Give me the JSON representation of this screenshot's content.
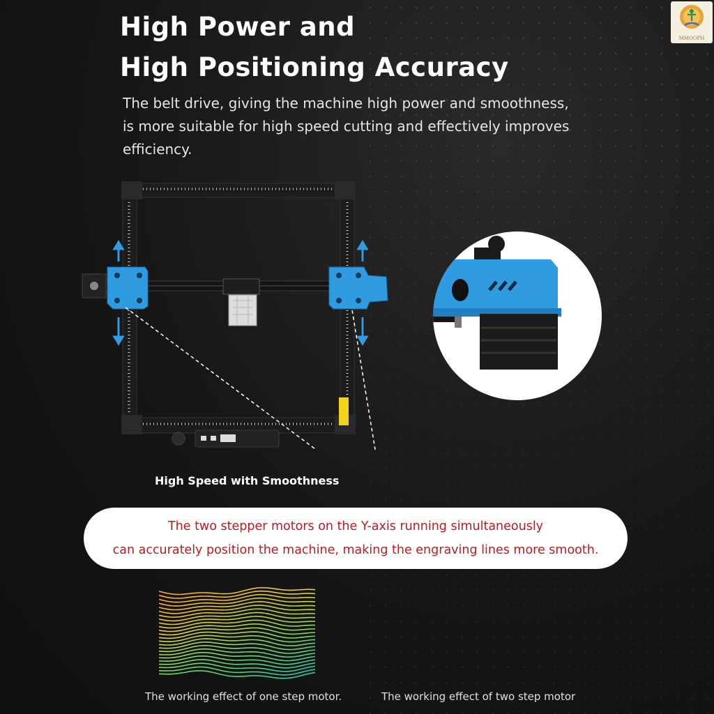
{
  "heading": {
    "line1": "High Power and",
    "line2": "High Positioning Accuracy"
  },
  "description": {
    "line1": "The belt drive, giving the machine high power and smoothness,",
    "line2": "is more suitable for high speed cutting and effectively improves",
    "line3": "efficiency."
  },
  "logo": {
    "text": "MMOOPH"
  },
  "feature_label": "High Speed with Smoothness",
  "callout": {
    "line1": "The two stepper motors on the Y-axis running simultaneously",
    "line2": "can accurately position the machine, making the engraving lines more smooth."
  },
  "comparison": {
    "left_caption": "The working effect of one step motor.",
    "right_caption": "The working effect of two step motor"
  },
  "colors": {
    "accent_blue": "#2f9be0",
    "callout_red": "#c8161d",
    "frame": "#1b1b1b"
  }
}
